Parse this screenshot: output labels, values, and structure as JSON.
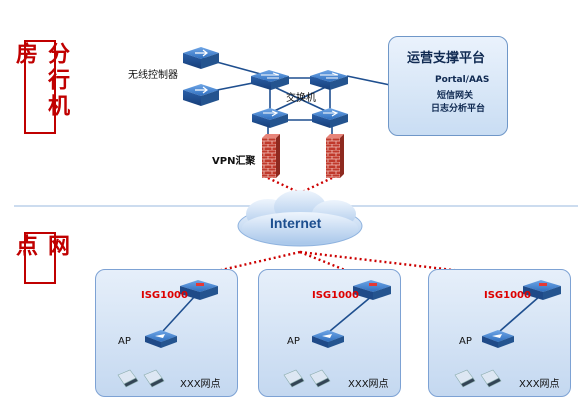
{
  "sections": {
    "top": {
      "label": "分行机房"
    },
    "bottom": {
      "label": "网点"
    }
  },
  "labels": {
    "wireless_controller": "无线控制器",
    "switch": "交换机",
    "vpn": "VPN汇聚",
    "internet": "Internet"
  },
  "platform": {
    "title": "运营支撑平台",
    "lines": [
      "Portal/AAS",
      "短信网关",
      "日志分析平台"
    ]
  },
  "sites": [
    {
      "gateway": "ISG1000",
      "ap": "AP",
      "name": "XXX网点"
    },
    {
      "gateway": "ISG1000",
      "ap": "AP",
      "name": "XXX网点"
    },
    {
      "gateway": "ISG1000",
      "ap": "AP",
      "name": "XXX网点"
    }
  ],
  "colors": {
    "accent_red": "#c00000",
    "device_blue": "#2f6fbf",
    "box_border": "#7da2d4",
    "separator": "#bcd0ea"
  }
}
